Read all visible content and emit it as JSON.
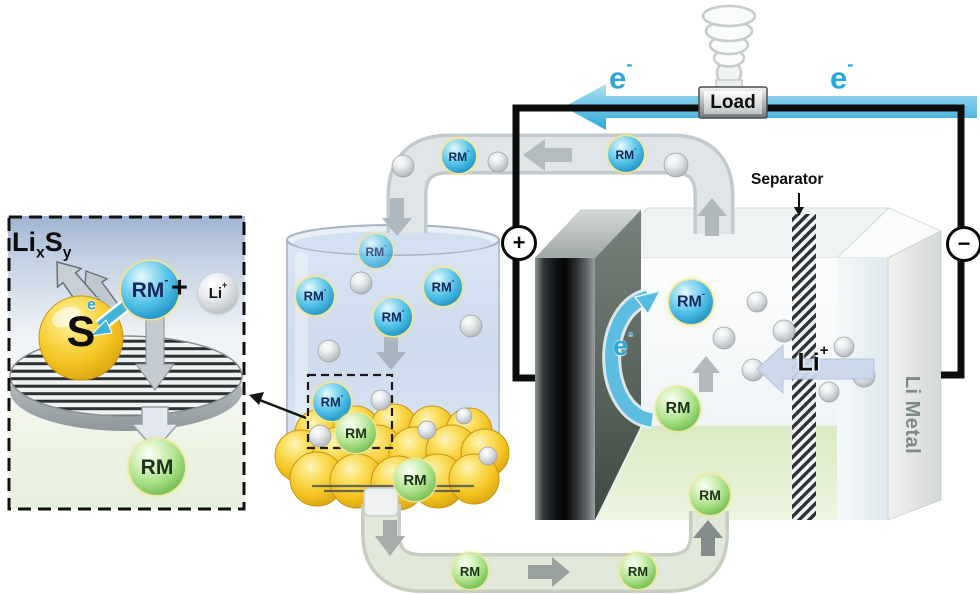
{
  "species": {
    "rm": "RM",
    "neg": "-",
    "li": "Li",
    "pos": "+",
    "sulfur": "S",
    "electron": "e"
  },
  "circuit": {
    "load": "Load",
    "plus_terminal": "+",
    "minus_terminal": "−"
  },
  "cell": {
    "separator": "Separator",
    "li_metal": "Li Metal"
  },
  "inset": {
    "li": "Li",
    "sub_x": "x",
    "s": "S",
    "sub_y": "y",
    "plus": "+"
  },
  "colors": {
    "electron_cyan": "#2ba7d8",
    "rm_minus_blue": "#49b9e2",
    "rm_green": "#9ddb7e",
    "sulfur_yellow": "#f4c41e",
    "electrolyte_blue": "#d6e2f2",
    "pipe_gray": "#e0e5e8",
    "pipe_green": "#e3e9da",
    "cell_floor_green": "#e7f1da",
    "wire_black": "#0c0c0c"
  }
}
